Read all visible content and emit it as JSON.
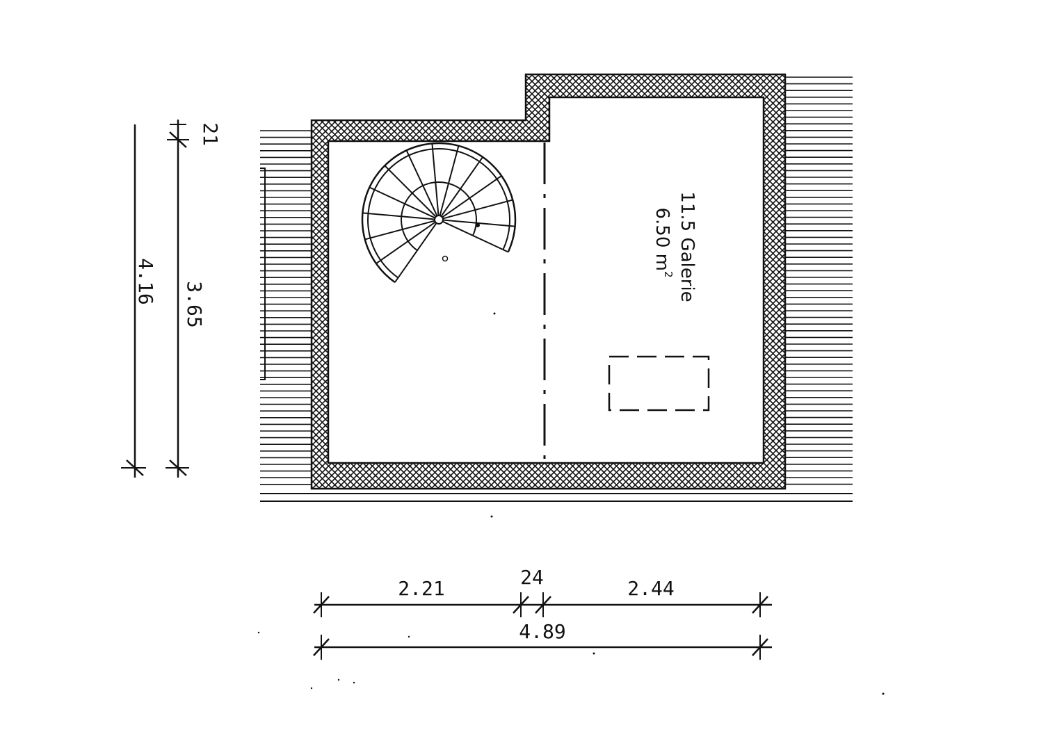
{
  "room": {
    "label": "11.5 Galerie",
    "area_value": "6.50 m",
    "area_exponent": "2"
  },
  "dimensions": {
    "horizontal": {
      "segment_left": "2.21",
      "segment_wall": "24",
      "segment_right": "2.44",
      "total": "4.89"
    },
    "vertical": {
      "top_wall": "21",
      "inner": "3.65",
      "total": "4.16"
    }
  },
  "colors": {
    "line": "#111111",
    "background": "#ffffff"
  }
}
